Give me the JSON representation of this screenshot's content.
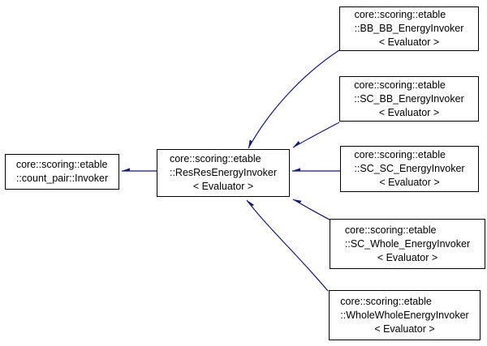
{
  "diagram": {
    "type": "inheritance-graph",
    "colors": {
      "background": "#ffffff",
      "arrow": "#191970",
      "node_border": "#000000",
      "node_fill": "#ffffff",
      "text": "#000000"
    },
    "nodes": {
      "count_pair_invoker": {
        "line1": "core::scoring::etable",
        "line2": "::count_pair::Invoker"
      },
      "res_res_energy_invoker": {
        "line1": "core::scoring::etable",
        "line2": "::ResResEnergyInvoker",
        "line3": "< Evaluator >"
      },
      "bb_bb_energy_invoker": {
        "line1": "core::scoring::etable",
        "line2": "::BB_BB_EnergyInvoker",
        "line3": "< Evaluator >"
      },
      "sc_bb_energy_invoker": {
        "line1": "core::scoring::etable",
        "line2": "::SC_BB_EnergyInvoker",
        "line3": "< Evaluator >"
      },
      "sc_sc_energy_invoker": {
        "line1": "core::scoring::etable",
        "line2": "::SC_SC_EnergyInvoker",
        "line3": "< Evaluator >"
      },
      "sc_whole_energy_invoker": {
        "line1": "core::scoring::etable",
        "line2": "::SC_Whole_EnergyInvoker",
        "line3": "< Evaluator >"
      },
      "whole_whole_energy_invoker": {
        "line1": "core::scoring::etable",
        "line2": "::WholeWholeEnergyInvoker",
        "line3": "< Evaluator >"
      }
    },
    "edges": [
      {
        "from": "bb_bb_energy_invoker",
        "to": "res_res_energy_invoker",
        "relation": "public-inheritance"
      },
      {
        "from": "sc_bb_energy_invoker",
        "to": "res_res_energy_invoker",
        "relation": "public-inheritance"
      },
      {
        "from": "sc_sc_energy_invoker",
        "to": "res_res_energy_invoker",
        "relation": "public-inheritance"
      },
      {
        "from": "sc_whole_energy_invoker",
        "to": "res_res_energy_invoker",
        "relation": "public-inheritance"
      },
      {
        "from": "whole_whole_energy_invoker",
        "to": "res_res_energy_invoker",
        "relation": "public-inheritance"
      },
      {
        "from": "res_res_energy_invoker",
        "to": "count_pair_invoker",
        "relation": "public-inheritance"
      }
    ]
  }
}
